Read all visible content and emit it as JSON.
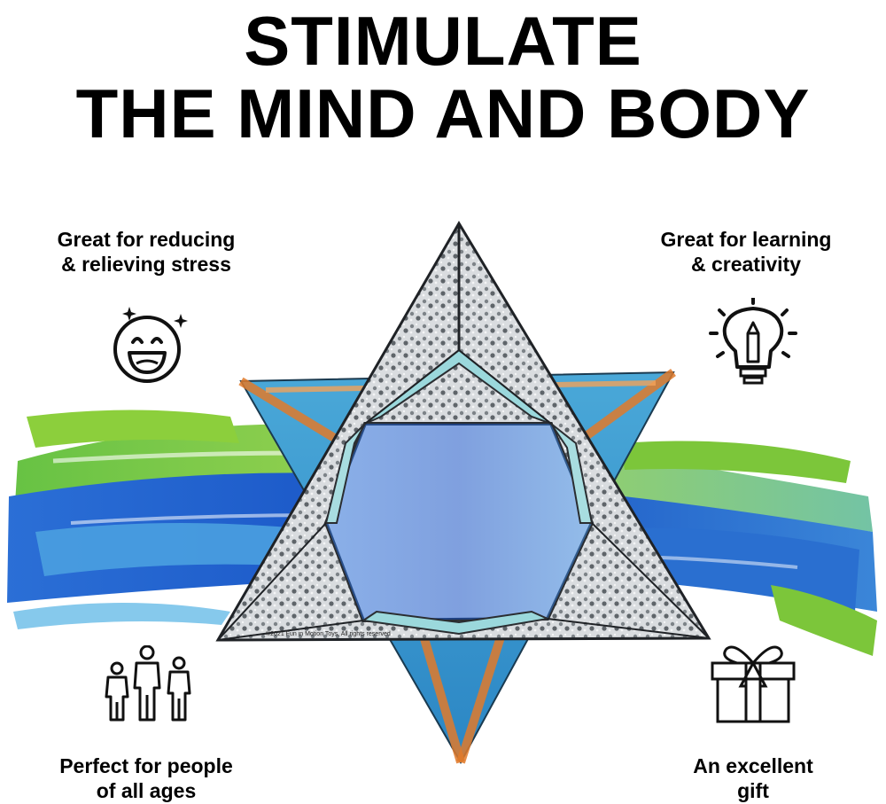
{
  "headline": {
    "line1": "STIMULATE",
    "line2": "THE MIND AND BODY"
  },
  "features": [
    {
      "id": "stress",
      "line1": "Great for reducing",
      "line2": "& relieving stress",
      "icon": "smiley-icon"
    },
    {
      "id": "learning",
      "line1": "Great for learning",
      "line2": "& creativity",
      "icon": "lightbulb-pencil-icon"
    },
    {
      "id": "ages",
      "line1": "Perfect for people",
      "line2": "of all ages",
      "icon": "family-icon"
    },
    {
      "id": "gift",
      "line1": "An excellent",
      "line2": "gift",
      "icon": "gift-box-icon"
    }
  ],
  "product": {
    "footnote": "©2021 Fun in Motion Toys. All rights reserved",
    "colors": {
      "blue": "#1f5fc8",
      "green": "#7cc63a",
      "teal": "#8fd3d8",
      "orange": "#e07a2a",
      "silver": "#c9cdd0"
    }
  }
}
